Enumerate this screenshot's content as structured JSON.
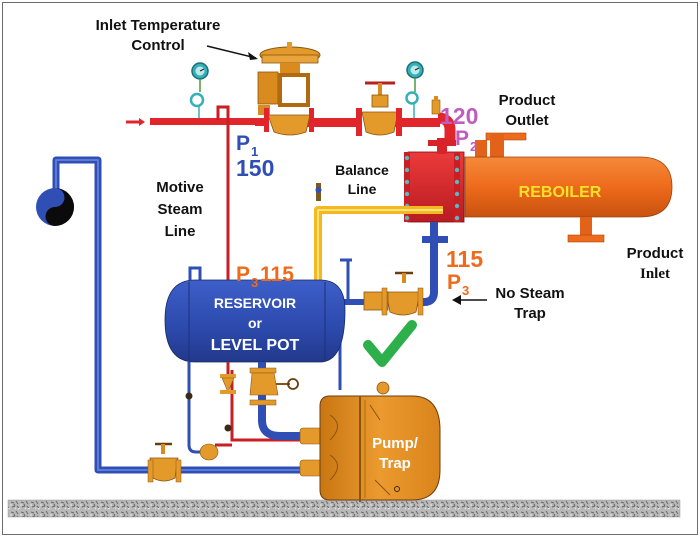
{
  "diagram": {
    "title": "Pump/Trap closed-loop reboiler condensate drainage",
    "labels": {
      "inlet_temp_control": [
        "Inlet Temperature",
        "Control"
      ],
      "product_outlet": [
        "Product",
        "Outlet"
      ],
      "product_inlet": [
        "Product",
        "Inlet"
      ],
      "balance_line": [
        "Balance",
        "Line"
      ],
      "motive_steam_line": [
        "Motive",
        "Steam",
        "Line"
      ],
      "no_steam_trap": [
        "No Steam",
        "Trap"
      ],
      "reboiler": "REBOILER",
      "reservoir": [
        "RESERVOIR",
        "or",
        "LEVEL POT"
      ],
      "pump_trap": [
        "Pump/",
        "Trap"
      ]
    },
    "pressures": {
      "p1": {
        "symbol": "P",
        "sub": "1",
        "value": "150"
      },
      "p2": {
        "symbol": "P",
        "sub": "2",
        "value": "120"
      },
      "p3_reboiler": {
        "symbol": "P",
        "sub": "3",
        "value": "115"
      },
      "p3_reservoir": {
        "symbol": "P",
        "sub": "3",
        "value": "115"
      }
    },
    "colors": {
      "steam": "#e0262b",
      "condensate": "#2f4fb5",
      "balance": "#f5b820",
      "valve": "#e49a2a",
      "reboiler": "#ee6a1c",
      "reboiler_head": "#d8232a",
      "p1_text": "#2f4fb5",
      "p2_text": "#c05cc0",
      "p3_text": "#ee6a1c",
      "check": "#2db04b",
      "reboiler_text": "#f7e22a"
    }
  }
}
